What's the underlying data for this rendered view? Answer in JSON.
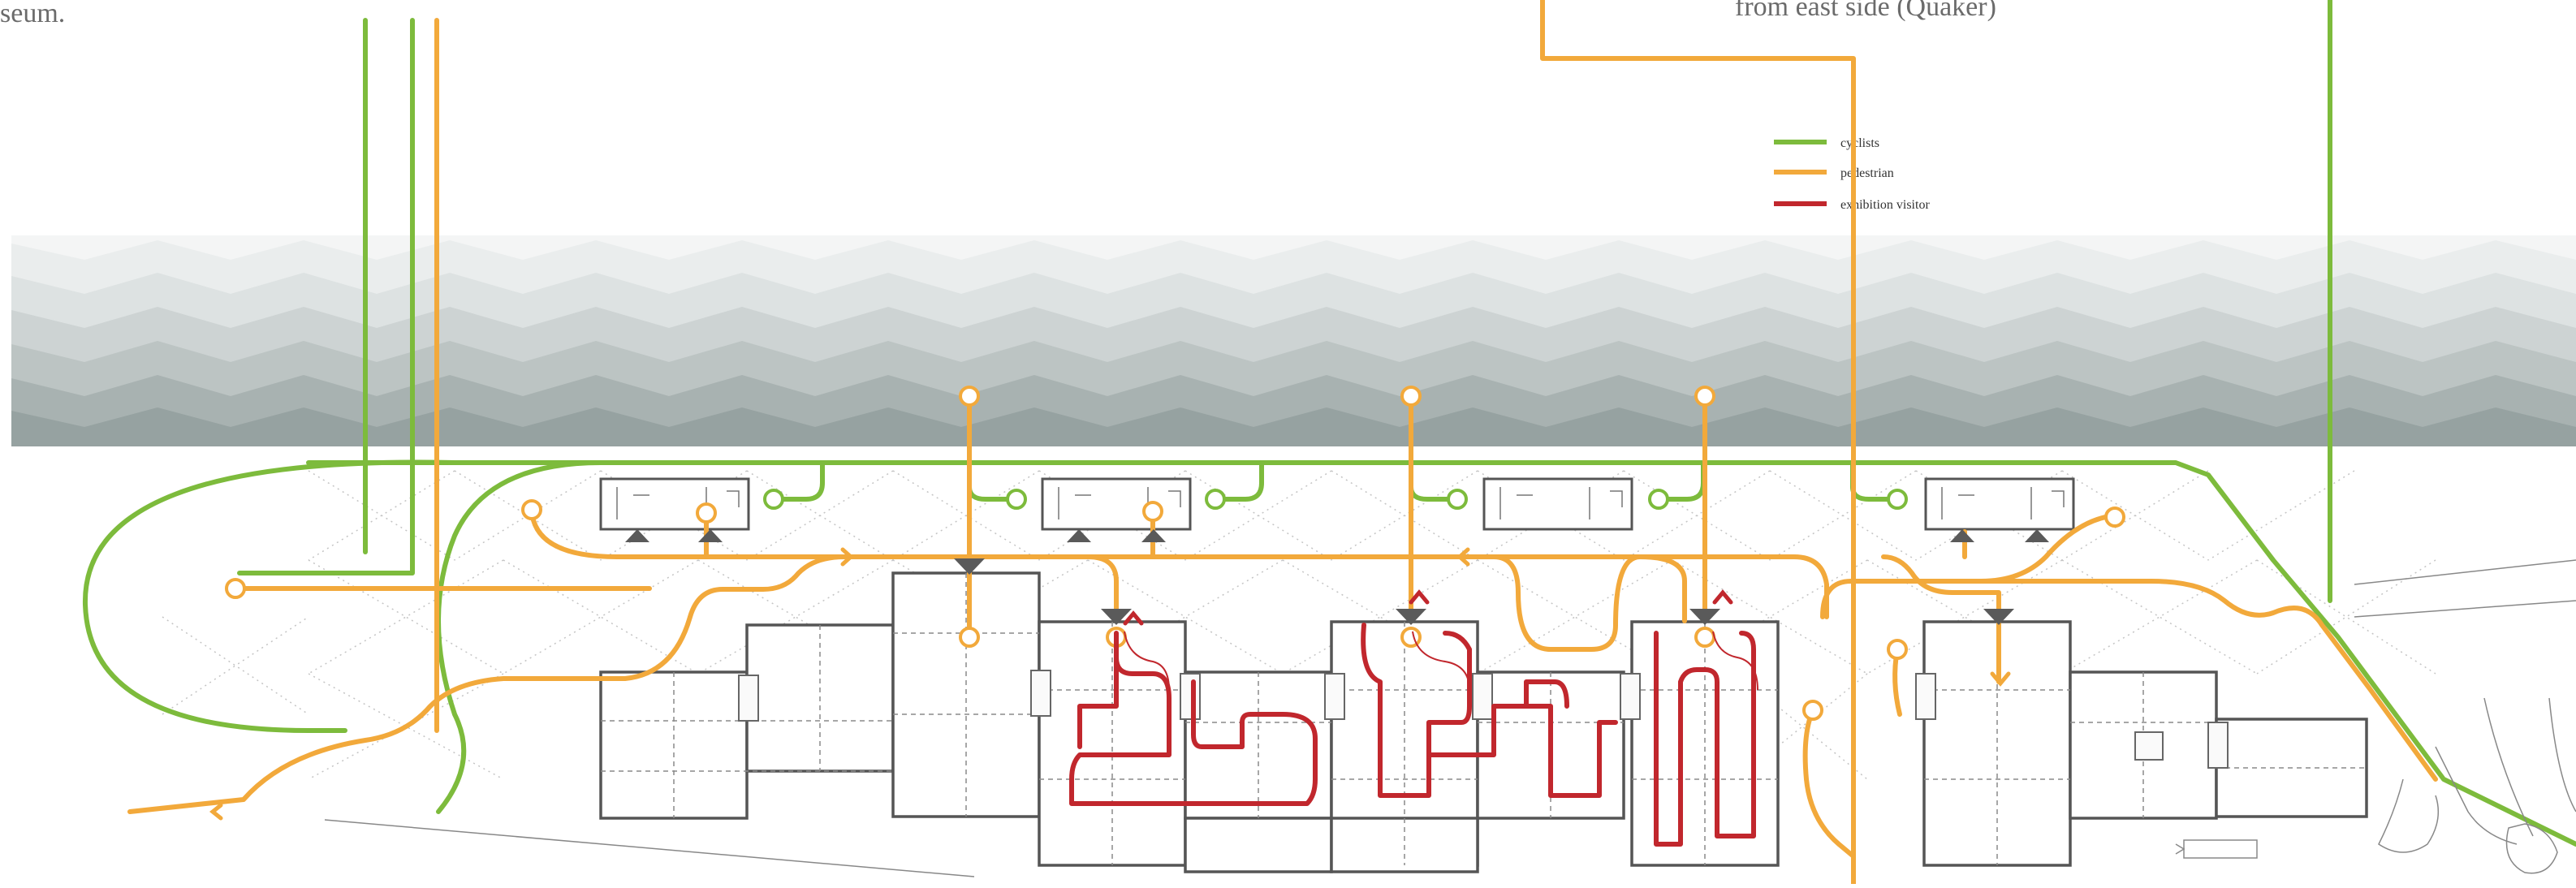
{
  "captions": {
    "left_fragment": "seum.",
    "right_fragment": "from east side (Quaker)"
  },
  "legend": [
    {
      "label": "cyclists",
      "color": "#7dbb3c"
    },
    {
      "label": "pedestrian",
      "color": "#f2a93b"
    },
    {
      "label": "exhibition visitor",
      "color": "#c1272d"
    }
  ],
  "colors": {
    "cyclists": "#7dbb3c",
    "pedestrian": "#f2a93b",
    "exhibition_visitor": "#c1272d",
    "water_light": "#f1f3f3",
    "water_dark": "#8d9897",
    "building_line": "#555555",
    "grid_dots": "#bdbdbd",
    "entrance_marker": "#5a5a5a"
  },
  "icons": {
    "entrance": "downward-triangle-icon",
    "node": "circle-node-icon",
    "direction": "chevron-arrow-icon"
  }
}
